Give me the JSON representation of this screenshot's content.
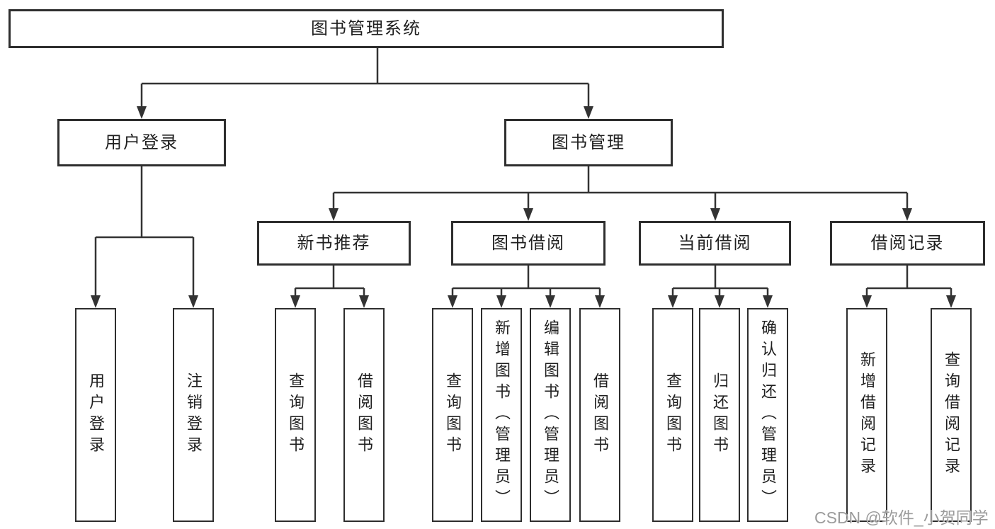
{
  "title": "图书管理系统",
  "branches": [
    {
      "label": "用户登录"
    },
    {
      "label": "图书管理"
    }
  ],
  "sections": [
    {
      "label": "新书推荐"
    },
    {
      "label": "图书借阅"
    },
    {
      "label": "当前借阅"
    },
    {
      "label": "借阅记录"
    }
  ],
  "leaves": [
    {
      "label": "用户登录"
    },
    {
      "label": "注销登录"
    },
    {
      "label": "查询图书"
    },
    {
      "label": "借阅图书"
    },
    {
      "label": "查询图书"
    },
    {
      "label": "新增图书（管理员）"
    },
    {
      "label": "编辑图书（管理员）"
    },
    {
      "label": "借阅图书"
    },
    {
      "label": "查询图书"
    },
    {
      "label": "归还图书"
    },
    {
      "label": "确认归还（管理员）"
    },
    {
      "label": "新增借阅记录"
    },
    {
      "label": "查询借阅记录"
    }
  ],
  "watermark": "CSDN @软件_小贺同学",
  "colors": {
    "line": "#333333",
    "box_border": "#2e2e2e",
    "text": "#1f1f1f",
    "watermark": "#9b9b9b",
    "background": "#ffffff"
  }
}
